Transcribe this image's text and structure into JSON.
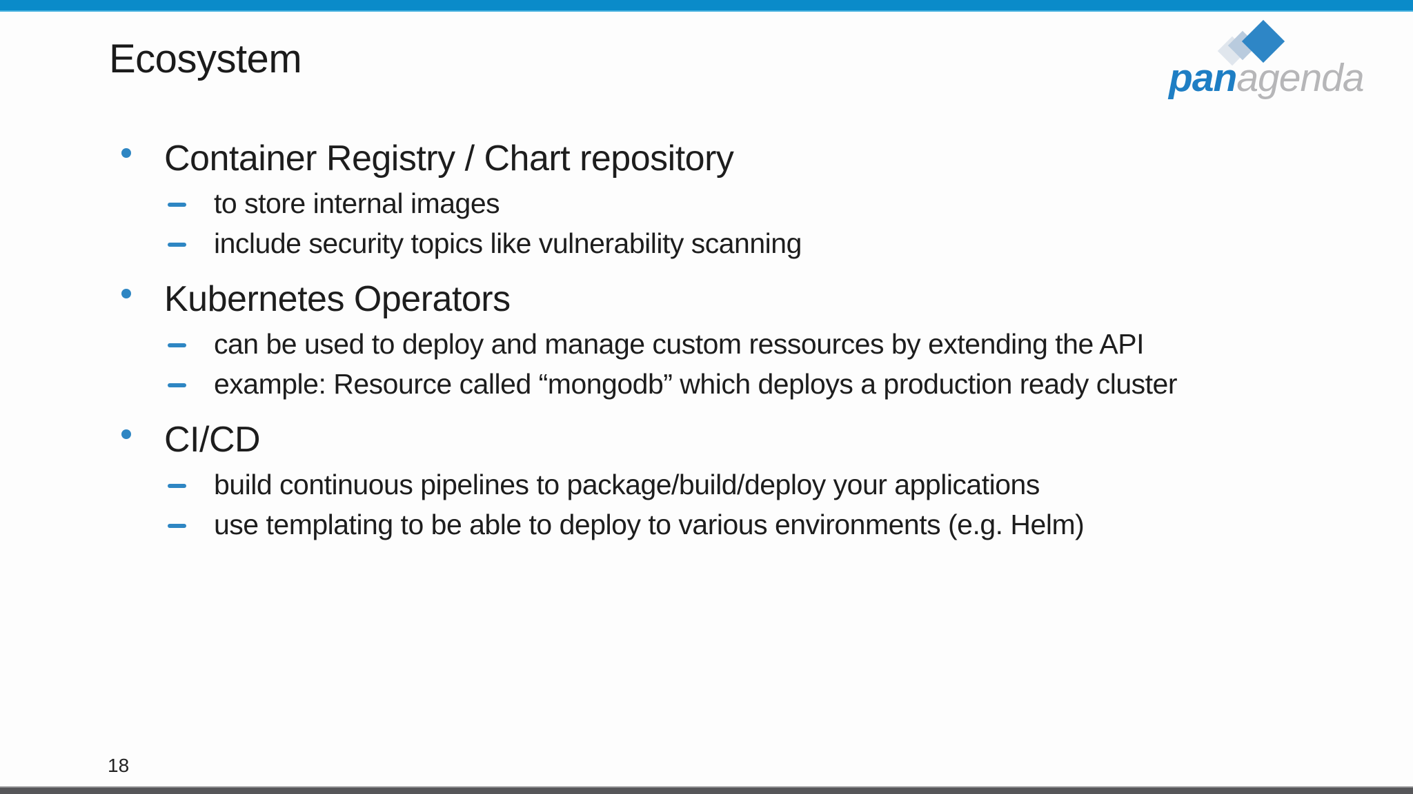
{
  "slide": {
    "title": "Ecosystem",
    "page_number": "18",
    "accent_color": "#0a8bc9",
    "bullet_color": "#2e86c3",
    "footer_color": "#565659"
  },
  "logo": {
    "text_bold": "pan",
    "text_light": "agenda",
    "blue": "#1e7ec4",
    "gray": "#b6b6b8",
    "diamond_blue": "#2e86c6",
    "diamond_mid": "#b9cbde",
    "diamond_pale": "#e0e6ed"
  },
  "content": {
    "bullets": [
      {
        "heading": "Container Registry / Chart repository",
        "subs": [
          "to store internal images",
          "include security topics like vulnerability scanning"
        ]
      },
      {
        "heading": "Kubernetes Operators",
        "subs": [
          "can be used to deploy and manage custom ressources by extending the API",
          "example: Resource called “mongodb” which deploys a production ready cluster"
        ]
      },
      {
        "heading": "CI/CD",
        "subs": [
          "build continuous pipelines to package/build/deploy your applications",
          "use templating to be able to deploy to various environments (e.g. Helm)"
        ]
      }
    ]
  }
}
